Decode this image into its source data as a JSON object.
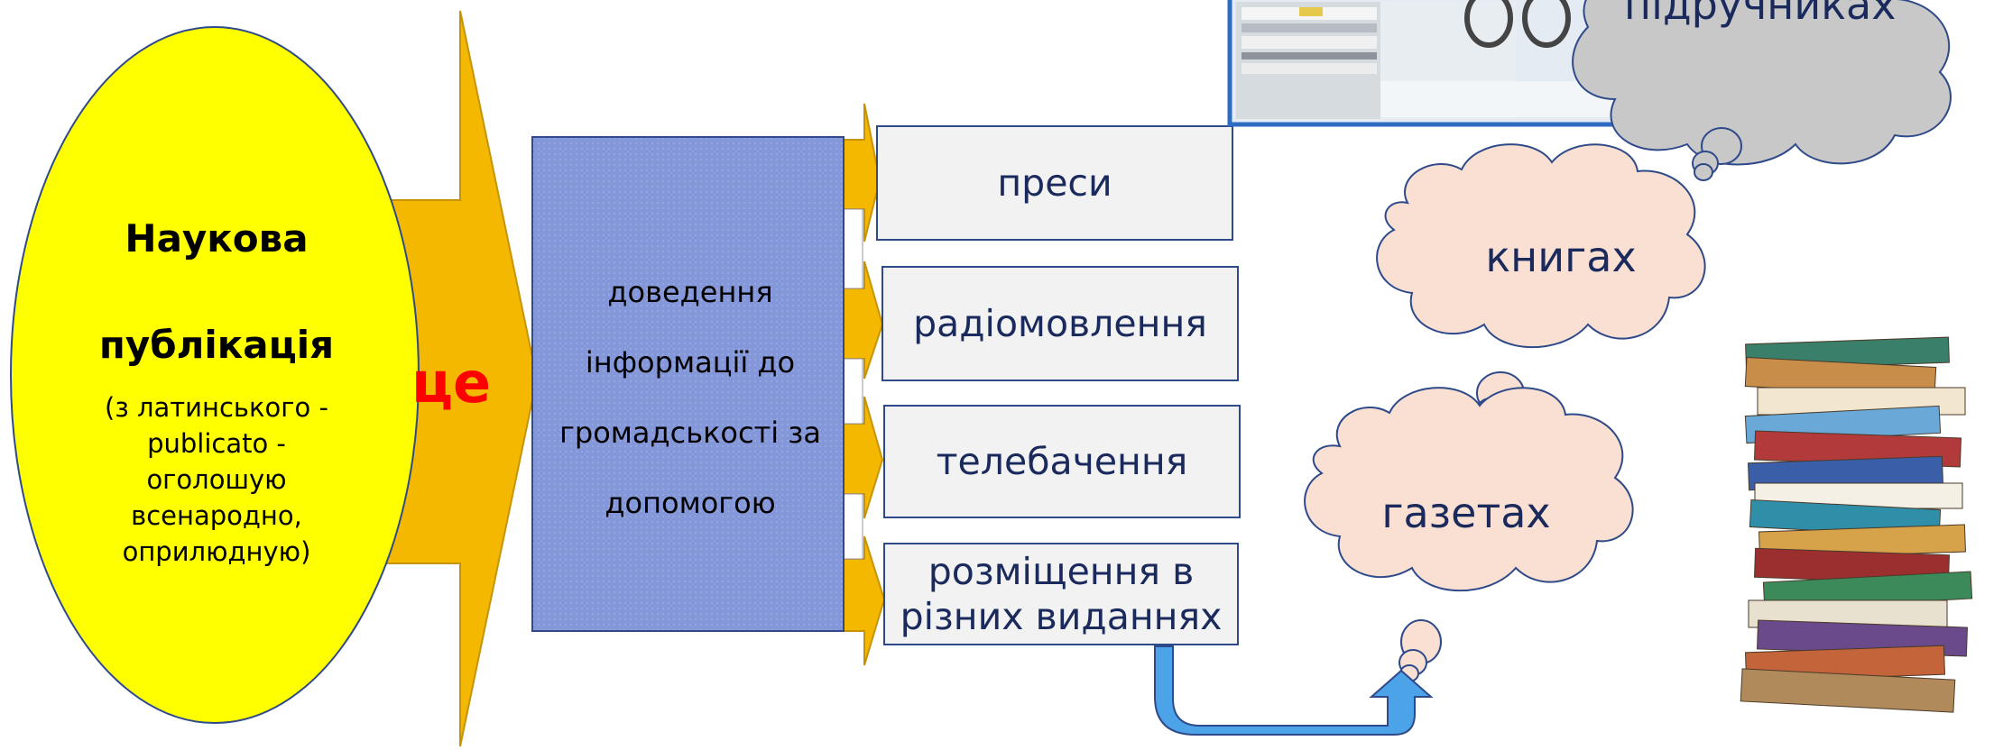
{
  "left_ellipse": {
    "title_line1": "Наукова",
    "title_line2": "публікація",
    "subtitle": "(з латинського - publicato - оголошую всенародно, оприлюдную)"
  },
  "connector_word": "це",
  "blue_block_text": "доведення інформації до громадськості за допомогою",
  "media_items": [
    "преси",
    "радіомовлення",
    "телебачення",
    "розміщення в різних виданнях"
  ],
  "clouds": {
    "textbooks": "підручниках",
    "books": "книгах",
    "newspapers": "газетах"
  },
  "colors": {
    "ellipse_fill": "#ffff00",
    "arrow_fill": "#f5b800",
    "blue_block": "#8497d9",
    "box_fill": "#f2f2f2",
    "box_border": "#2f4a8a",
    "connector_word": "#ff0000",
    "cloud_peach": "#f9e0d2",
    "cloud_gray": "#c8c8c8",
    "curved_arrow": "#4da3e8"
  }
}
